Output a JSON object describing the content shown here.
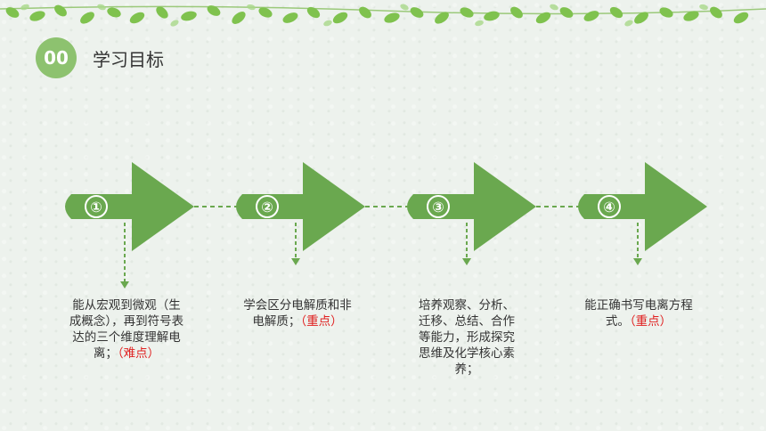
{
  "header": {
    "badge": "00",
    "title": "学习目标"
  },
  "steps": [
    {
      "number": "①",
      "text": "能从宏观到微观（生成概念），再到符号表达的三个维度理解电离；",
      "highlight": "（难点）"
    },
    {
      "number": "②",
      "text": "学会区分电解质和非电解质；",
      "highlight": "（重点）"
    },
    {
      "number": "③",
      "text": "培养观察、分析、迁移、总结、合作等能力，形成探究思维及化学核心素养；",
      "highlight": ""
    },
    {
      "number": "④",
      "text": "能正确书写电离方程式。",
      "highlight": "（重点）"
    }
  ],
  "colors": {
    "arrow": "#6aa84f",
    "badge": "#8dc26f",
    "highlight": "#e02020",
    "connector": "#6aa84f"
  },
  "icons": {
    "decor": "leaf-vine-icon"
  }
}
